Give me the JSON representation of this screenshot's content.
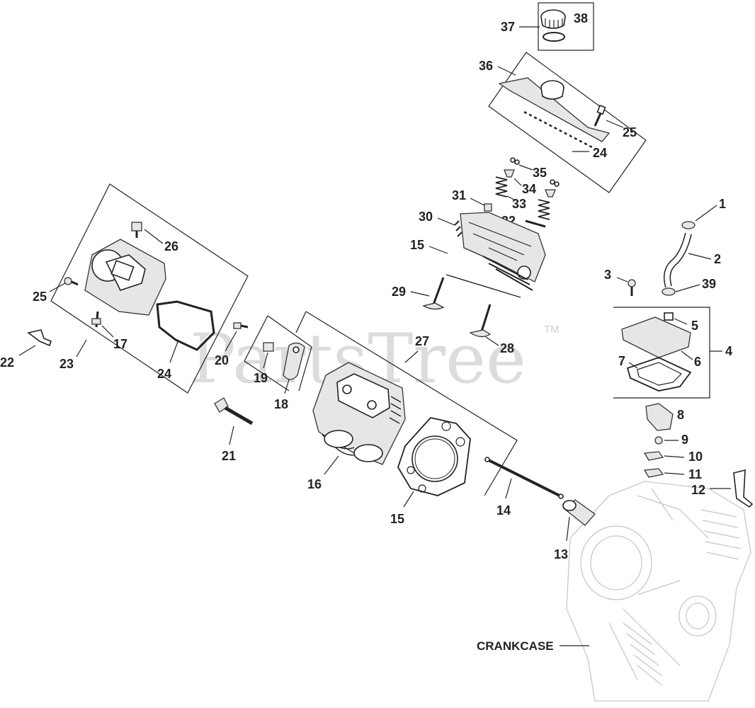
{
  "watermark": {
    "text": "PartsTree",
    "tm": "TM"
  },
  "crankcase_label": "CRANKCASE",
  "callouts": {
    "c1": "1",
    "c2": "2",
    "c3": "3",
    "c4": "4",
    "c5": "5",
    "c6": "6",
    "c7": "7",
    "c8": "8",
    "c9": "9",
    "c10": "10",
    "c11": "11",
    "c12": "12",
    "c13": "13",
    "c14": "14",
    "c15a": "15",
    "c15b": "15",
    "c16": "16",
    "c17": "17",
    "c18": "18",
    "c19": "19",
    "c20": "20",
    "c21": "21",
    "c22": "22",
    "c23": "23",
    "c24a": "24",
    "c24b": "24",
    "c25a": "25",
    "c25b": "25",
    "c26": "26",
    "c27": "27",
    "c28": "28",
    "c29": "29",
    "c30": "30",
    "c31": "31",
    "c32": "32",
    "c33": "33",
    "c34": "34",
    "c35": "35",
    "c36": "36",
    "c37": "37",
    "c38": "38",
    "c39": "39"
  }
}
